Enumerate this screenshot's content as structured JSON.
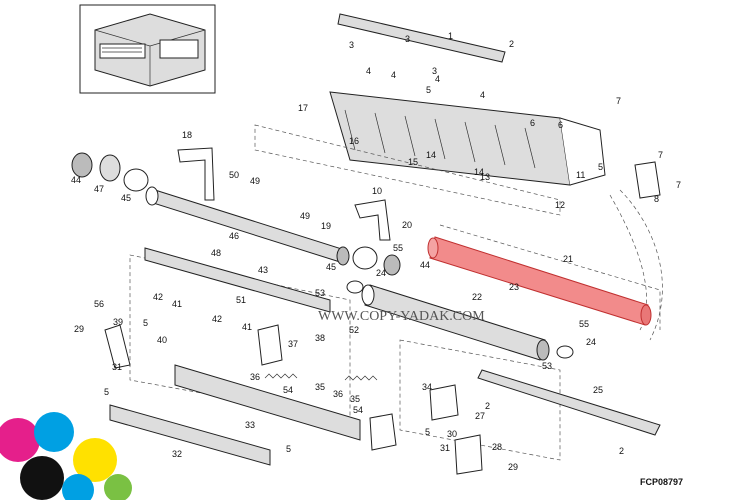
{
  "figure_code": "FCP08797",
  "watermark": "WWW.COPY-YADAK.COM",
  "highlight_color": "#f28b8b",
  "callouts": [
    "1",
    "2",
    "3",
    "3",
    "3",
    "4",
    "4",
    "4",
    "4",
    "5",
    "5",
    "6",
    "6",
    "7",
    "7",
    "7",
    "8",
    "11",
    "12",
    "13",
    "14",
    "14",
    "15",
    "16",
    "17",
    "18",
    "10",
    "50",
    "49",
    "44",
    "47",
    "45",
    "46",
    "49",
    "19",
    "20",
    "55",
    "44",
    "45",
    "24",
    "21",
    "23",
    "55",
    "22",
    "48",
    "43",
    "42",
    "41",
    "51",
    "42",
    "41",
    "53",
    "52",
    "56",
    "39",
    "5",
    "29",
    "40",
    "31",
    "37",
    "38",
    "36",
    "54",
    "35",
    "5",
    "36",
    "35",
    "54",
    "34",
    "24",
    "53",
    "25",
    "2",
    "27",
    "33",
    "32",
    "5",
    "30",
    "31",
    "28",
    "29",
    "2",
    "5"
  ]
}
